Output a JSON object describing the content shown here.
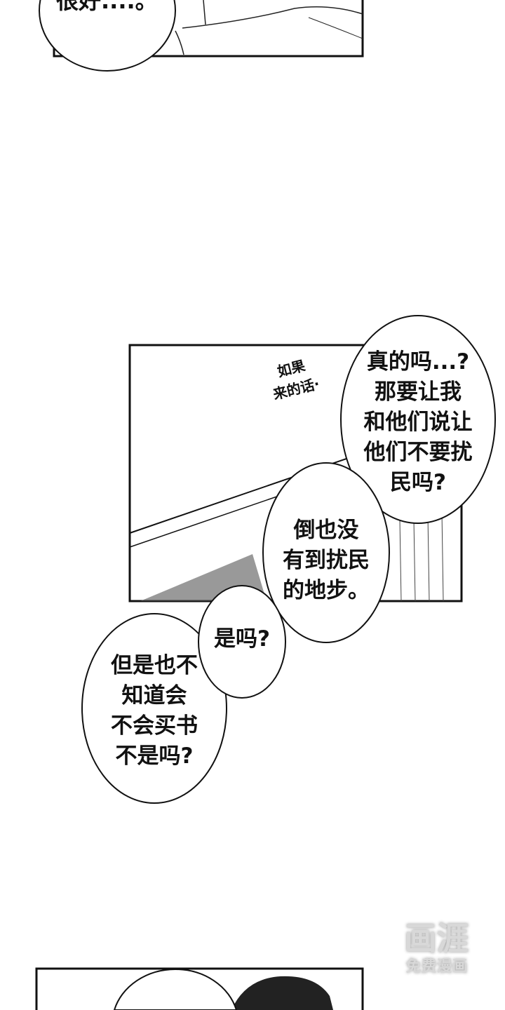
{
  "panels": {
    "top": {
      "bubble": "很好....。"
    },
    "middle": {
      "sfx": [
        "如果",
        "来的话·"
      ],
      "bubble_right": [
        "真的吗...?",
        "那要让我",
        "和他们说让",
        "他们不要扰",
        "民吗?"
      ],
      "bubble_center": [
        "倒也没",
        "有到扰民",
        "的地步。"
      ],
      "bubble_small": "是吗?",
      "bubble_left": [
        "但是也不",
        "知道会",
        "不会买书",
        "不是吗?"
      ]
    }
  },
  "watermark": {
    "logo": "画涯",
    "sub": "免费漫画"
  }
}
